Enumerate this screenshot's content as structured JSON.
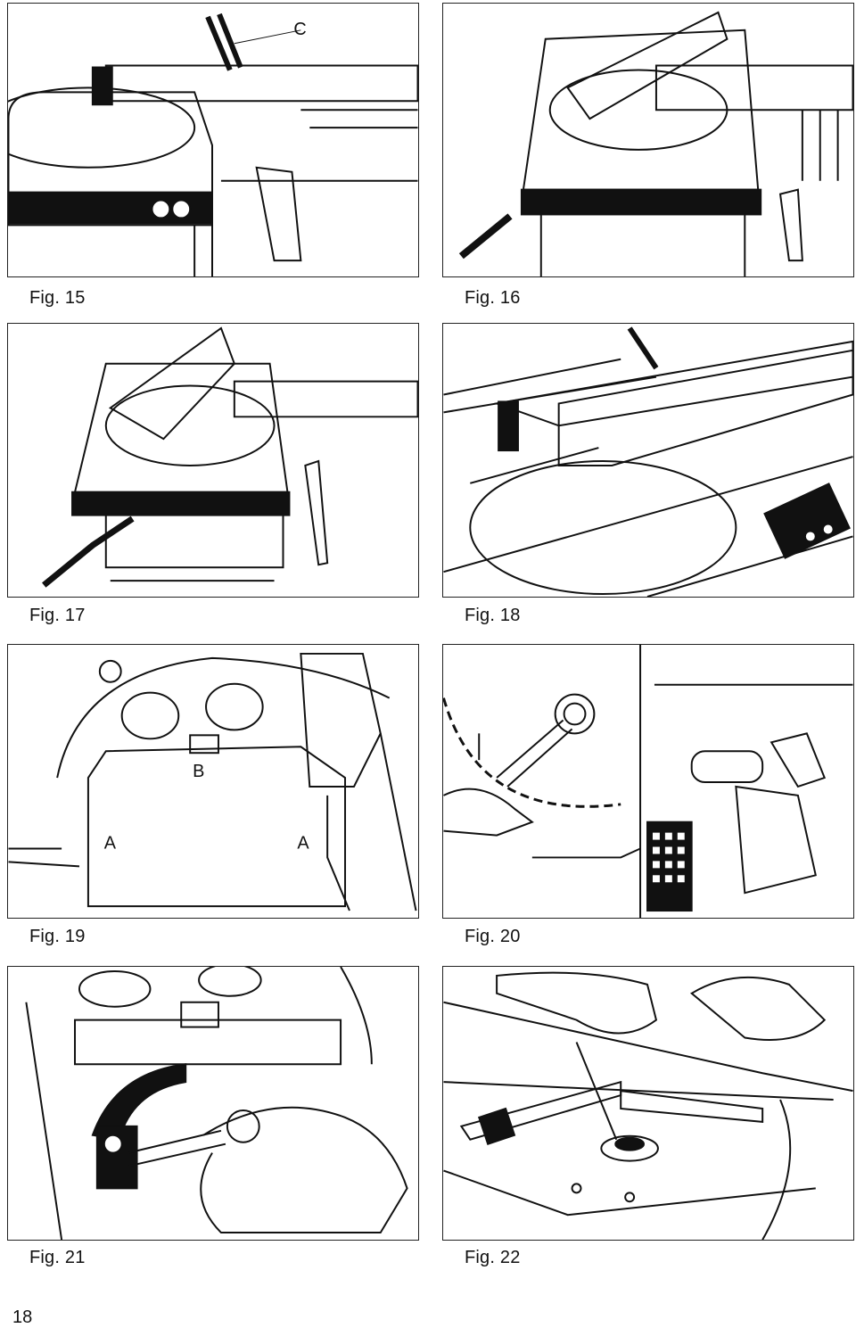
{
  "figures": [
    {
      "caption": "Fig. 15",
      "labels": [
        "C"
      ]
    },
    {
      "caption": "Fig. 16",
      "labels": []
    },
    {
      "caption": "Fig. 17",
      "labels": []
    },
    {
      "caption": "Fig. 18",
      "labels": []
    },
    {
      "caption": "Fig. 19",
      "labels": [
        "B",
        "A",
        "A"
      ]
    },
    {
      "caption": "Fig. 20",
      "labels": []
    },
    {
      "caption": "Fig. 21",
      "labels": []
    },
    {
      "caption": "Fig. 22",
      "labels": []
    }
  ],
  "page_number": "18"
}
